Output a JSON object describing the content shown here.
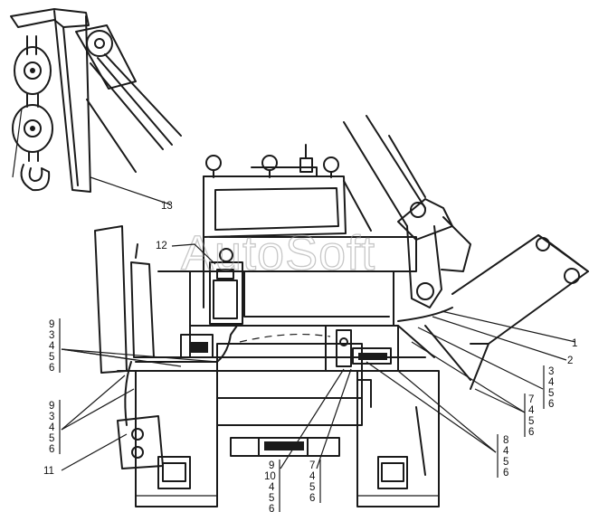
{
  "watermark": "AutoSoft",
  "callouts": [
    {
      "id": "c13",
      "text": "13"
    },
    {
      "id": "c12",
      "text": "12"
    },
    {
      "id": "c11",
      "text": "11"
    },
    {
      "id": "c1",
      "text": "1"
    },
    {
      "id": "c2",
      "text": "2"
    }
  ],
  "stacks": [
    {
      "id": "s-left-top",
      "items": [
        "9",
        "3",
        "4",
        "5",
        "6"
      ]
    },
    {
      "id": "s-left-mid",
      "items": [
        "9",
        "3",
        "4",
        "5",
        "6"
      ]
    },
    {
      "id": "s-bot-a",
      "items": [
        "9",
        "10",
        "4",
        "5",
        "6"
      ]
    },
    {
      "id": "s-bot-b",
      "items": [
        "7",
        "4",
        "5",
        "6"
      ]
    },
    {
      "id": "s-right-a",
      "items": [
        "3",
        "4",
        "5",
        "6"
      ]
    },
    {
      "id": "s-right-b",
      "items": [
        "7",
        "4",
        "5",
        "6"
      ]
    },
    {
      "id": "s-right-c",
      "items": [
        "8",
        "4",
        "5",
        "6"
      ]
    }
  ]
}
